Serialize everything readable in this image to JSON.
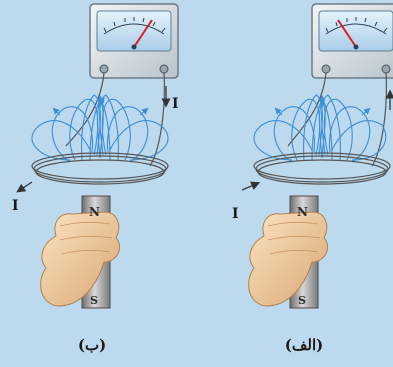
{
  "figure": {
    "panels": [
      {
        "caption": "(ب)",
        "current_label_top": "I",
        "current_label_bottom": "I",
        "magnet_pole_top": "N",
        "magnet_pole_bottom": "S"
      },
      {
        "caption": "(الف)",
        "current_label_bottom": "I",
        "magnet_pole_top": "N",
        "magnet_pole_bottom": "S"
      }
    ],
    "colors": {
      "background": "#bdd9ee",
      "field_lines": "#3a8fd6",
      "coil": "#555555",
      "galvanometer_needle": "#d21f1f"
    }
  }
}
